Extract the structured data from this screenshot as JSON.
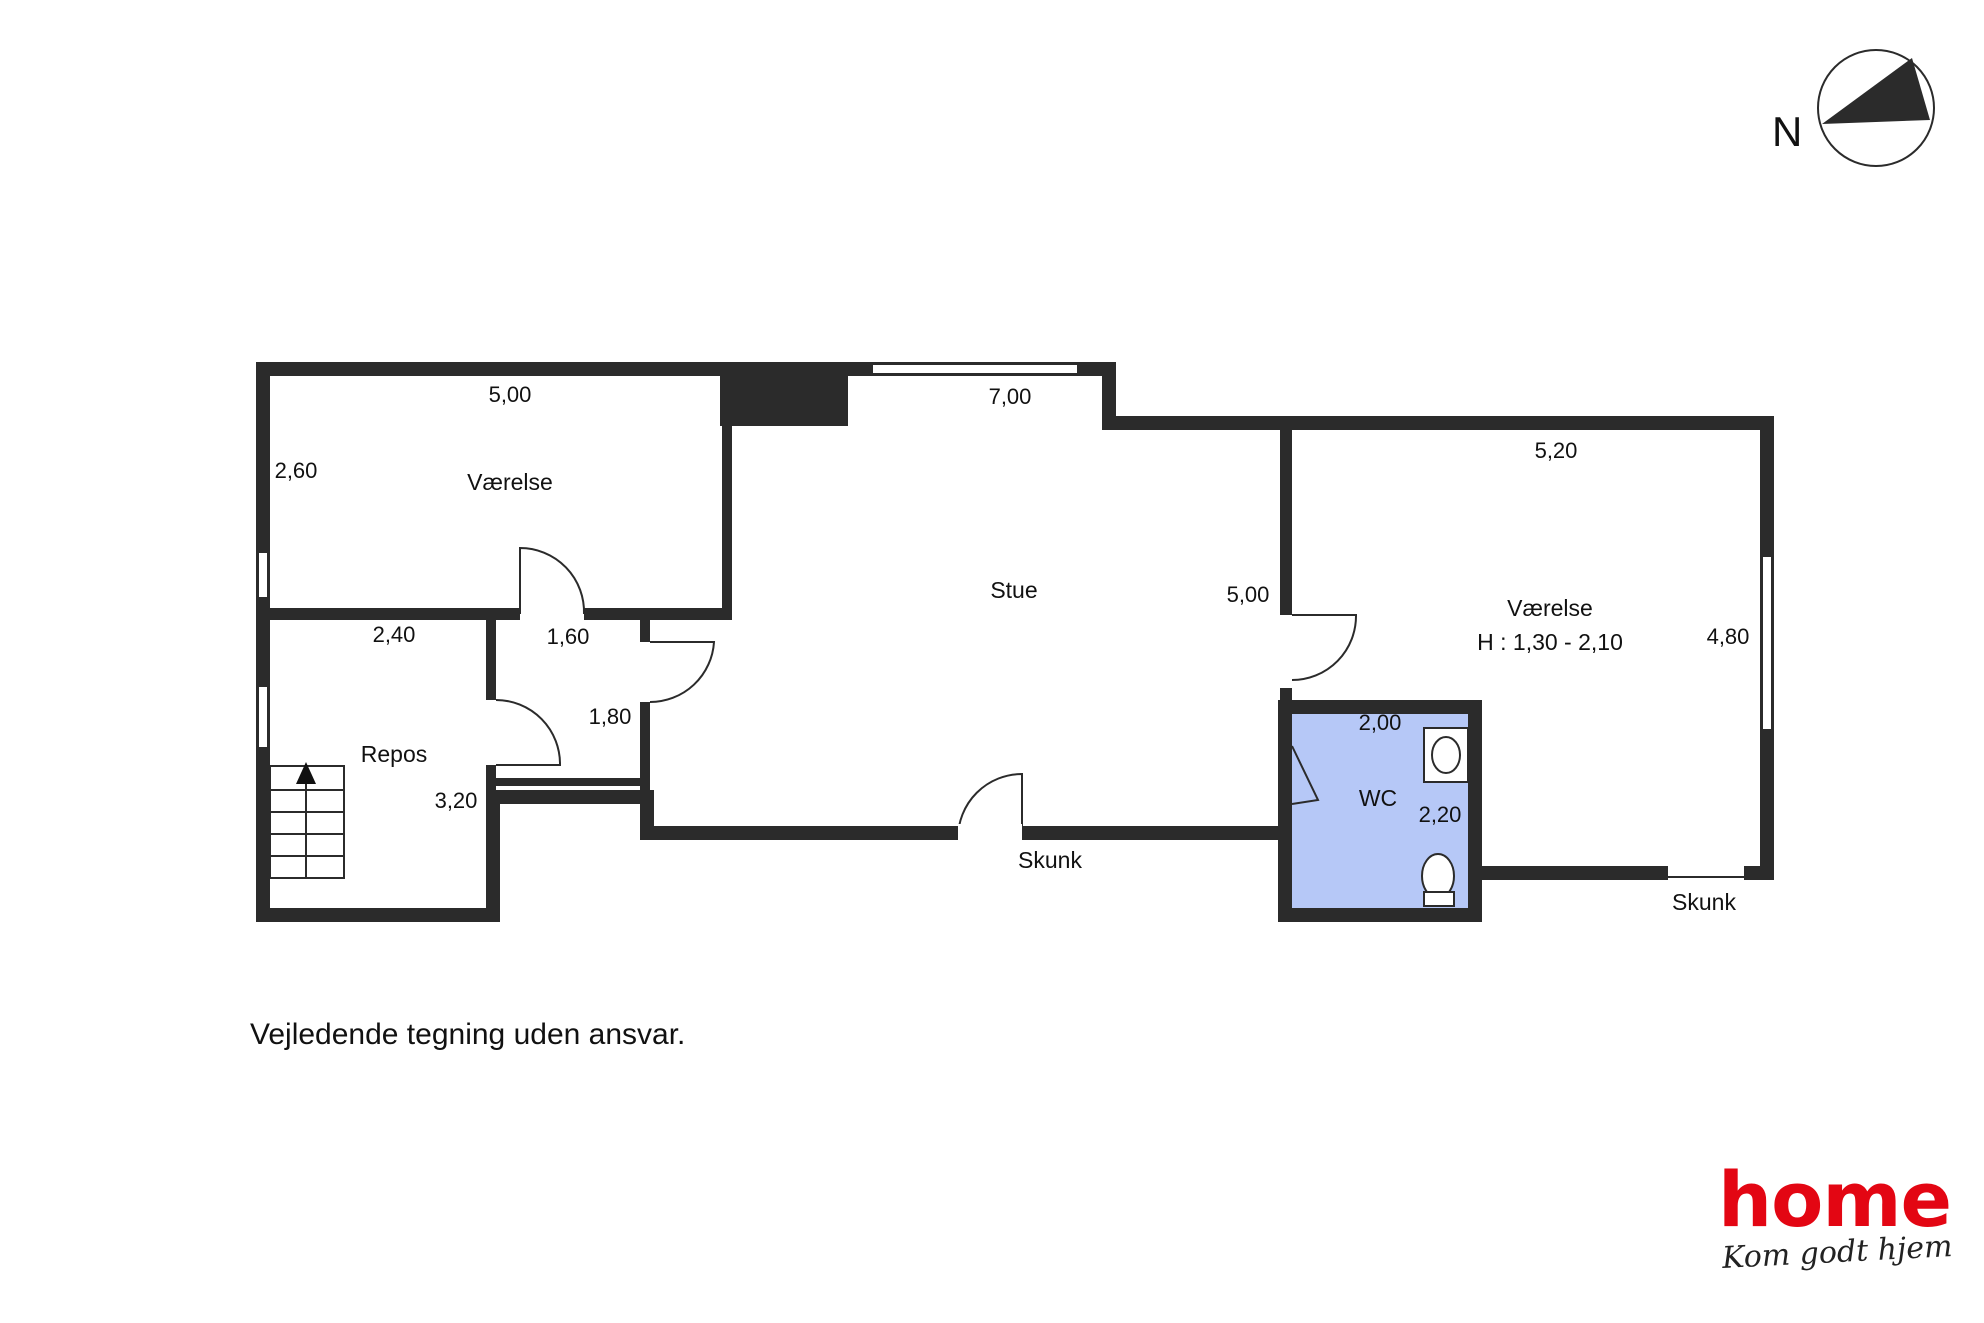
{
  "rooms": {
    "vaerelse_left": {
      "name": "Værelse",
      "width": "5,00",
      "depth": "2,60"
    },
    "stue": {
      "name": "Stue",
      "width": "7,00",
      "depth": "5,00"
    },
    "vaerelse_right": {
      "name": "Værelse",
      "height_note": "H : 1,30 - 2,10",
      "width": "5,20",
      "depth": "4,80"
    },
    "repos": {
      "name": "Repos",
      "width": "2,40",
      "depth": "3,20"
    },
    "hall": {
      "width": "1,60",
      "depth": "1,80"
    },
    "wc": {
      "name": "WC",
      "width": "2,00",
      "depth": "2,20"
    },
    "skunk_center": "Skunk",
    "skunk_right": "Skunk"
  },
  "compass": {
    "label": "N"
  },
  "disclaimer": "Vejledende tegning uden ansvar.",
  "logo": {
    "word": "home",
    "tagline": "Kom godt hjem"
  },
  "colors": {
    "wall": "#2b2b2b",
    "wc_fill": "#b6c8f7",
    "brand_red": "#e30613"
  }
}
